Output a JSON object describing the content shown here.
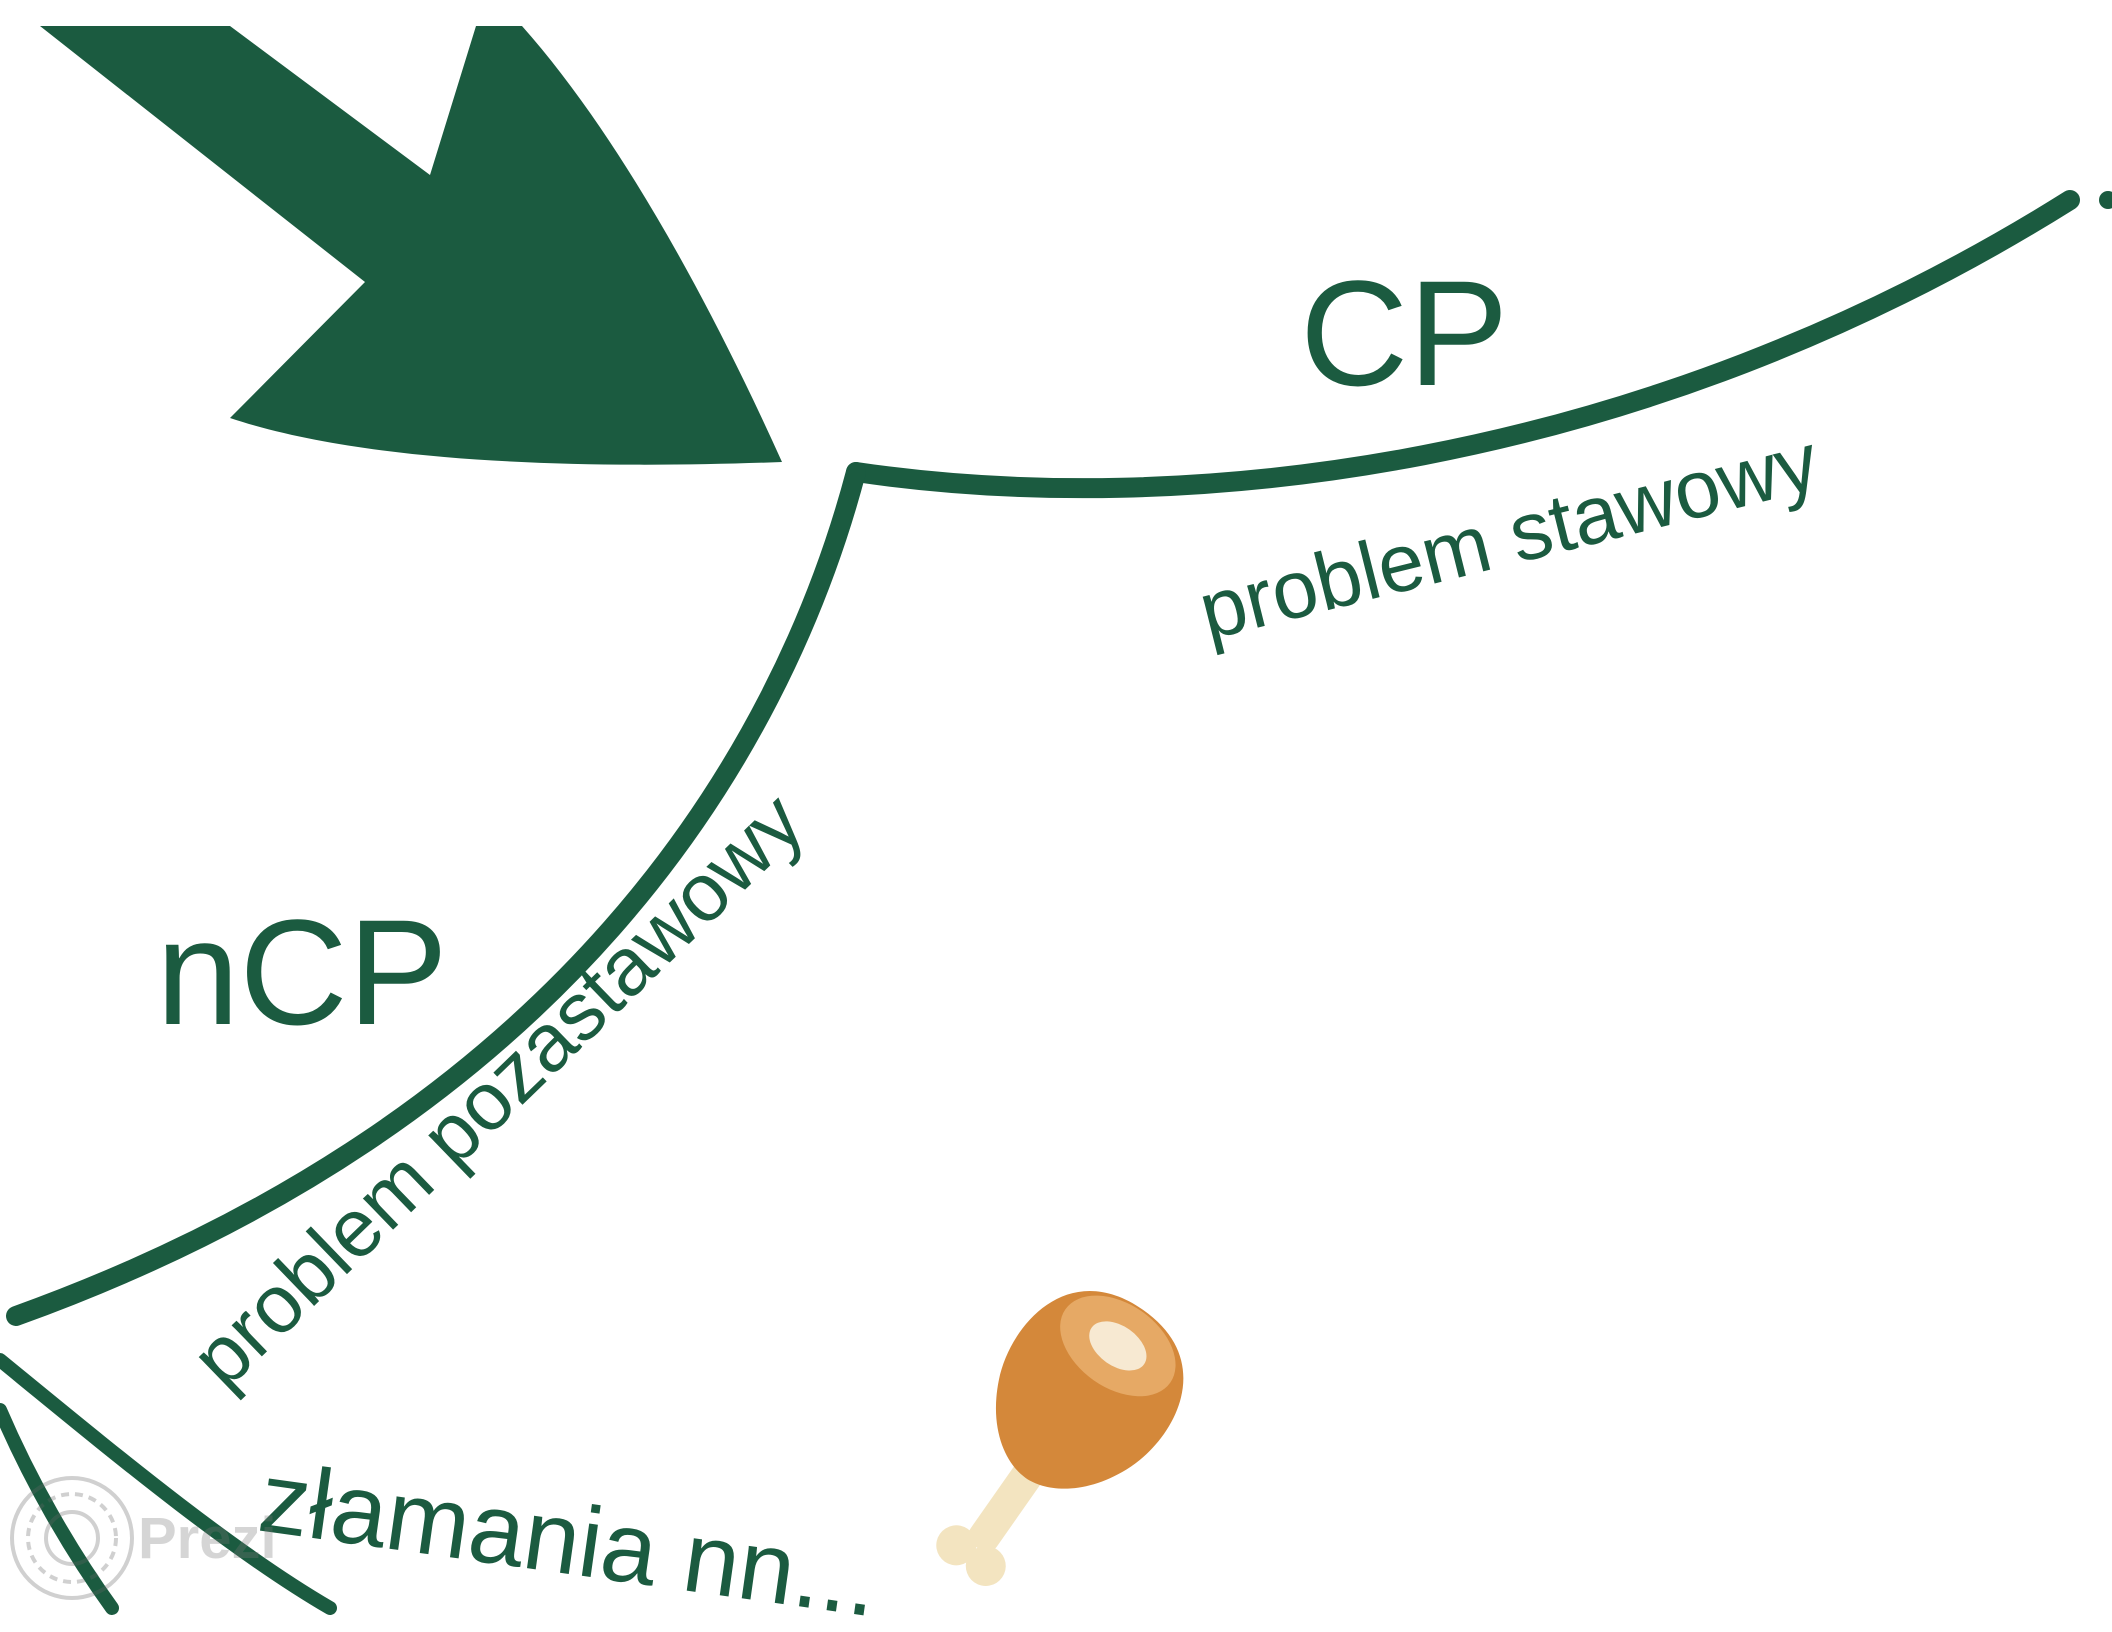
{
  "diagram": {
    "labels": {
      "cp": "CP",
      "ncp": "nCP",
      "cp_sub": "problem stawowy",
      "ncp_sub": "problem pozastawowy",
      "bottom": "złamania nn..."
    },
    "watermark": "Prezi",
    "colors": {
      "primary": "#1b5b40",
      "drumstick_meat": "#d4883a",
      "drumstick_highlight": "#e6a965",
      "drumstick_bone": "#f3e4c0",
      "background": "#ffffff"
    },
    "icons": [
      "drumstick-icon",
      "prezi-logo-icon"
    ]
  }
}
